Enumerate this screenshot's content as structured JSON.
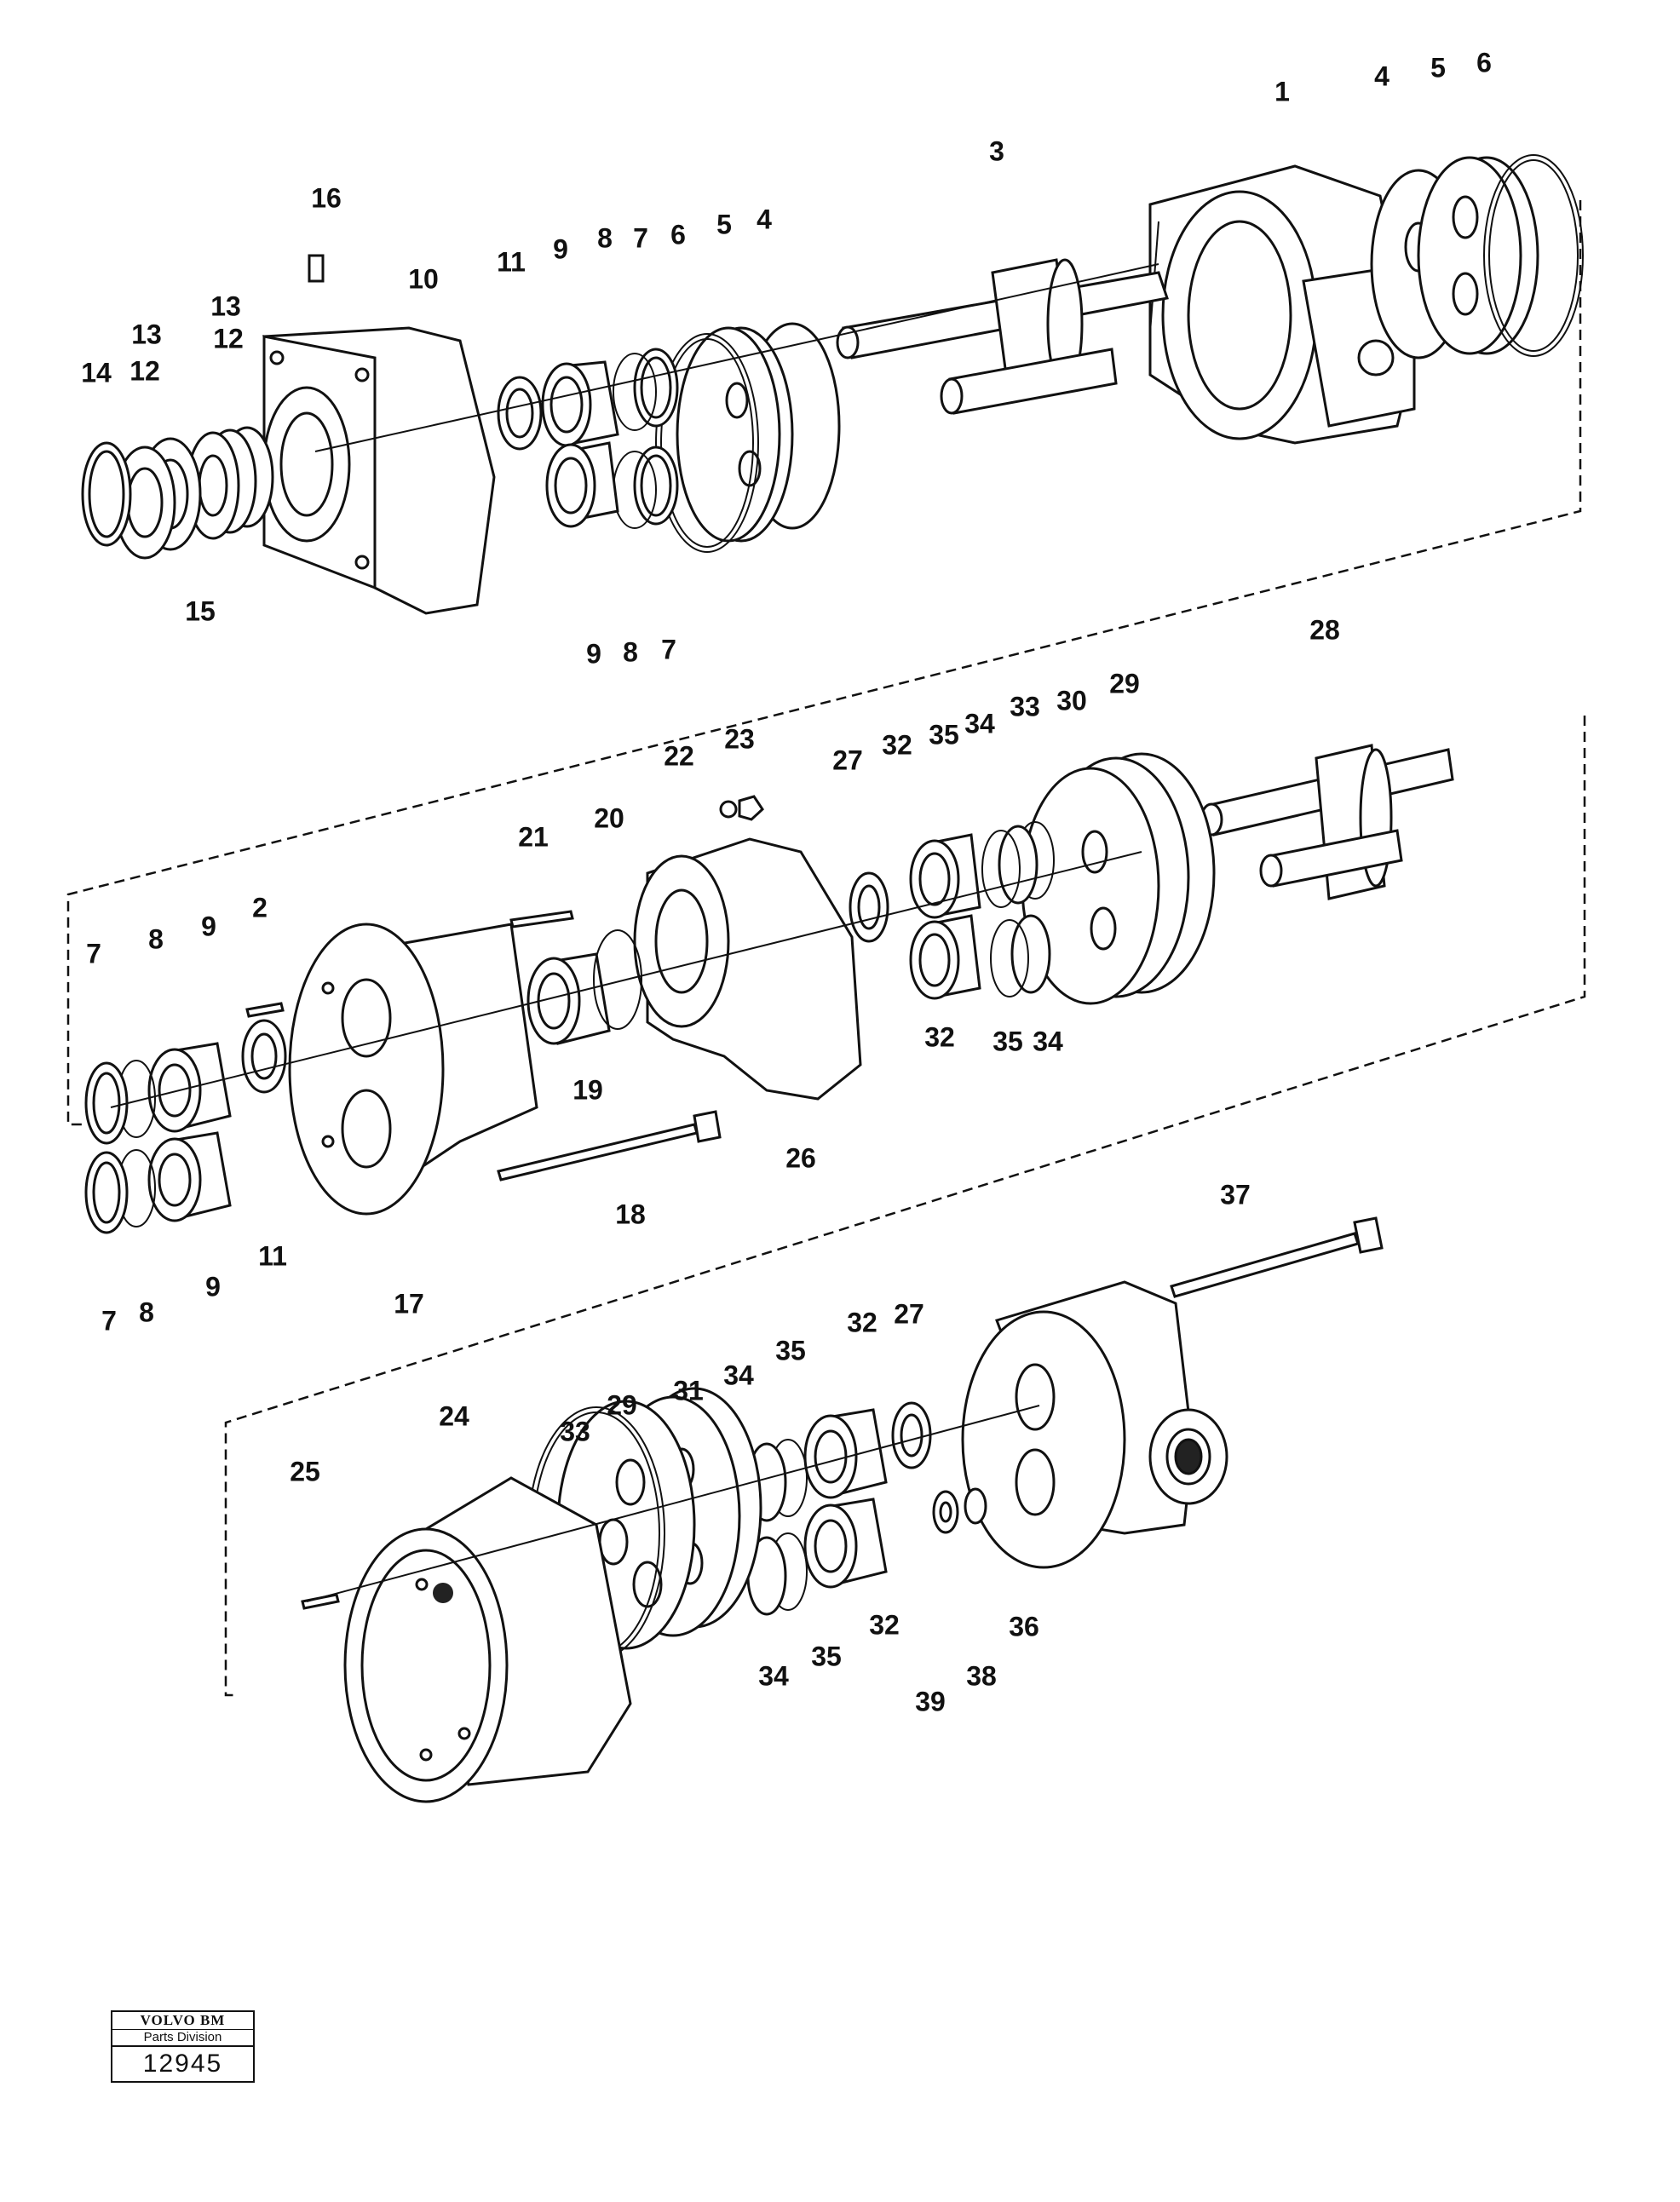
{
  "diagram": {
    "labels": {
      "p1": "1",
      "p3": "3",
      "p4a": "4",
      "p5a": "5",
      "p6a": "6",
      "p16": "16",
      "p10": "10",
      "p11a": "11",
      "p9a": "9",
      "p8a": "8",
      "p7a": "7",
      "p6b": "6",
      "p5b": "5",
      "p4b": "4",
      "p13a": "13",
      "p12a": "12",
      "p13b": "13",
      "p12b": "12",
      "p14": "14",
      "p15": "15",
      "p9b": "9",
      "p8b": "8",
      "p7b": "7",
      "p28": "28",
      "p29a": "29",
      "p30": "30",
      "p33a": "33",
      "p34a": "34",
      "p35a": "35",
      "p32a": "32",
      "p27a": "27",
      "p22": "22",
      "p23": "23",
      "p21": "21",
      "p20": "20",
      "p2": "2",
      "p9c": "9",
      "p8c": "8",
      "p7c": "7",
      "p19": "19",
      "p32b": "32",
      "p35b": "35",
      "p34b": "34",
      "p26": "26",
      "p18": "18",
      "p11b": "11",
      "p9d": "9",
      "p7d": "7",
      "p8d": "8",
      "p17": "17",
      "p37": "37",
      "p32c": "32",
      "p27b": "27",
      "p35c": "35",
      "p34c": "34",
      "p31": "31",
      "p29b": "29",
      "p33b": "33",
      "p24": "24",
      "p25": "25",
      "p32d": "32",
      "p36": "36",
      "p35d": "35",
      "p34d": "34",
      "p38": "38",
      "p39": "39"
    }
  },
  "stamp": {
    "brand": "VOLVO BM",
    "division": "Parts Division",
    "number": "12945"
  }
}
